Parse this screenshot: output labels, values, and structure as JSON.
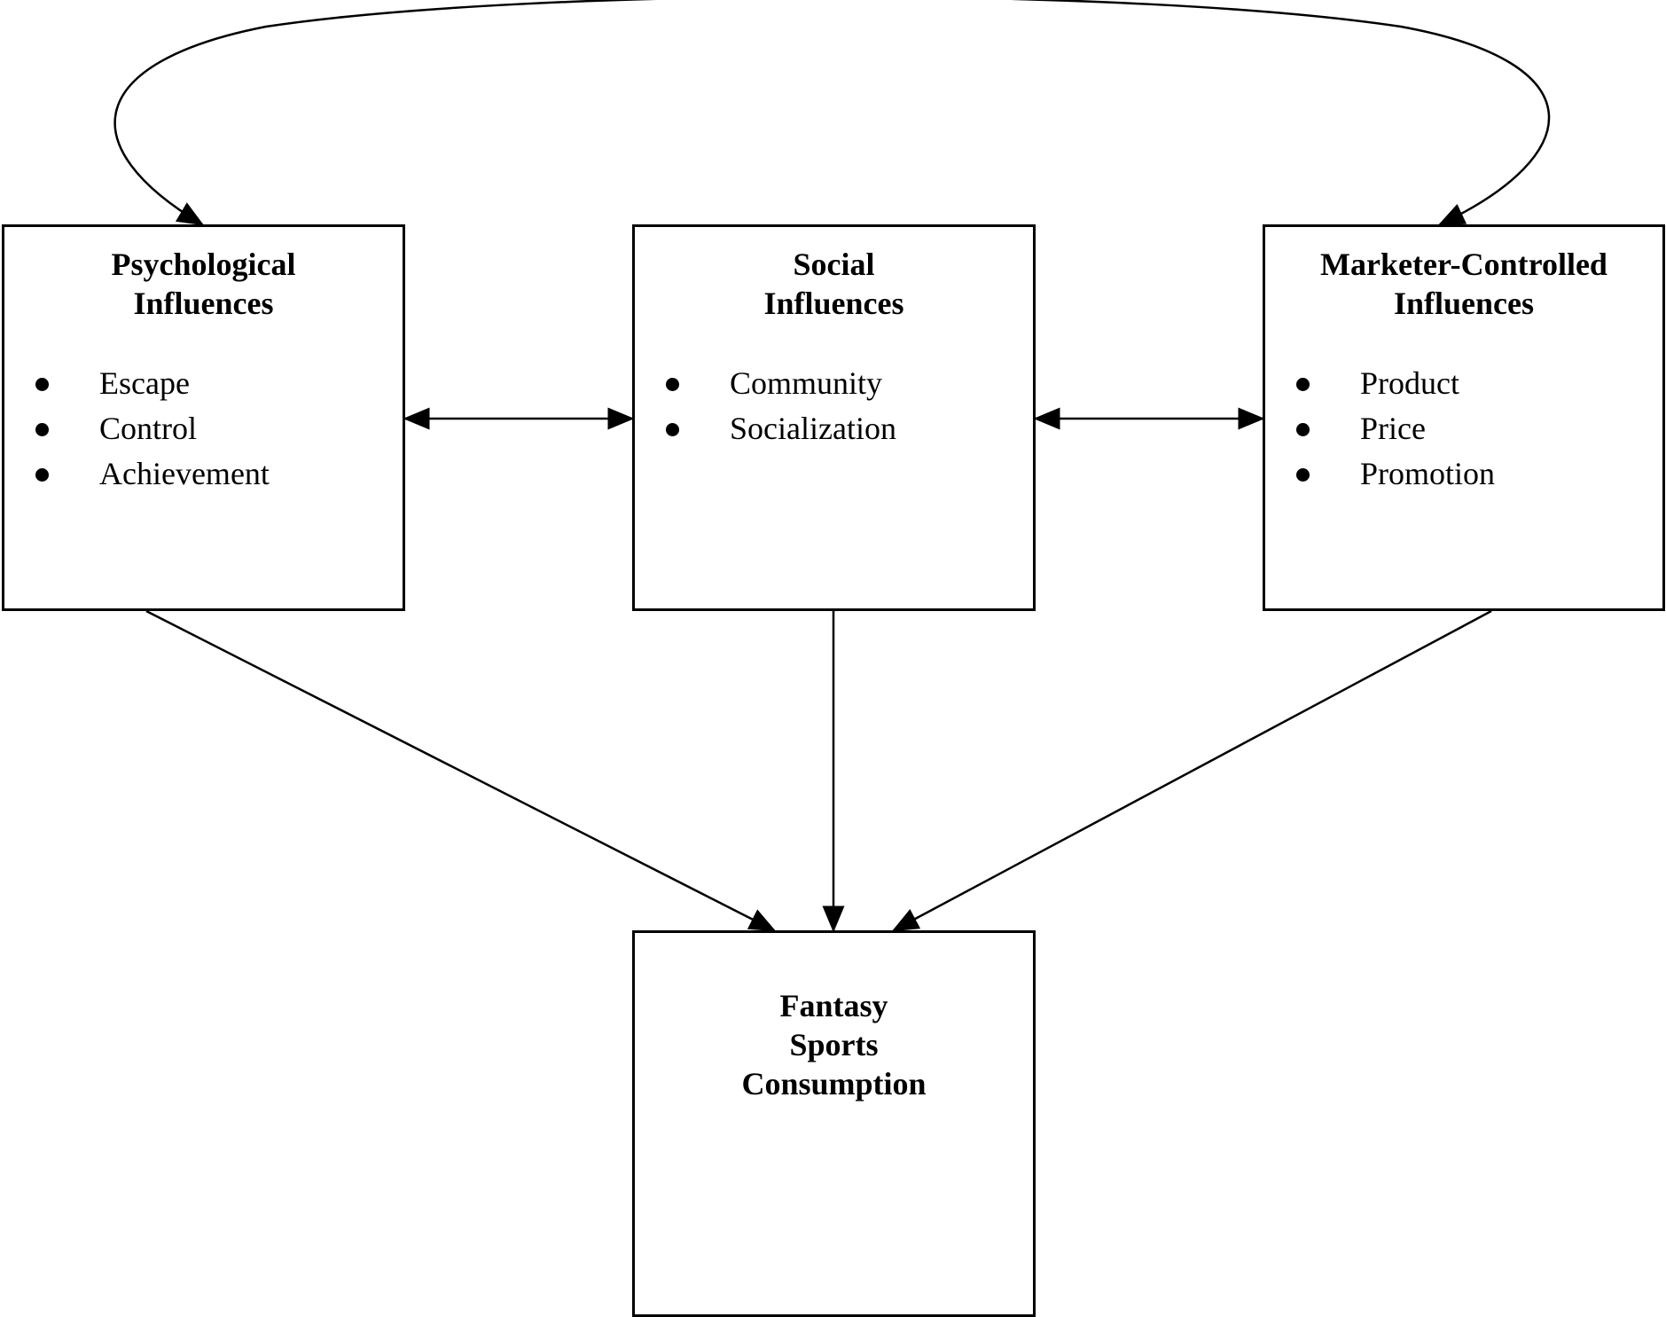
{
  "boxes": {
    "psychological": {
      "title_line1": "Psychological",
      "title_line2": "Influences",
      "items": [
        "Escape",
        "Control",
        "Achievement"
      ]
    },
    "social": {
      "title_line1": "Social",
      "title_line2": "Influences",
      "items": [
        "Community",
        "Socialization"
      ]
    },
    "marketer": {
      "title_line1": "Marketer-Controlled",
      "title_line2": "Influences",
      "items": [
        "Product",
        "Price",
        "Promotion"
      ]
    },
    "outcome": {
      "title_line1": "Fantasy",
      "title_line2": "Sports",
      "title_line3": "Consumption"
    }
  },
  "connections": [
    {
      "from": "psychological",
      "to": "marketer",
      "direction": "both",
      "shape": "arc-over-top"
    },
    {
      "from": "psychological",
      "to": "social",
      "direction": "both"
    },
    {
      "from": "social",
      "to": "marketer",
      "direction": "both"
    },
    {
      "from": "psychological",
      "to": "outcome",
      "direction": "forward"
    },
    {
      "from": "social",
      "to": "outcome",
      "direction": "forward"
    },
    {
      "from": "marketer",
      "to": "outcome",
      "direction": "forward"
    }
  ],
  "colors": {
    "stroke": "#000000",
    "background": "#ffffff"
  }
}
